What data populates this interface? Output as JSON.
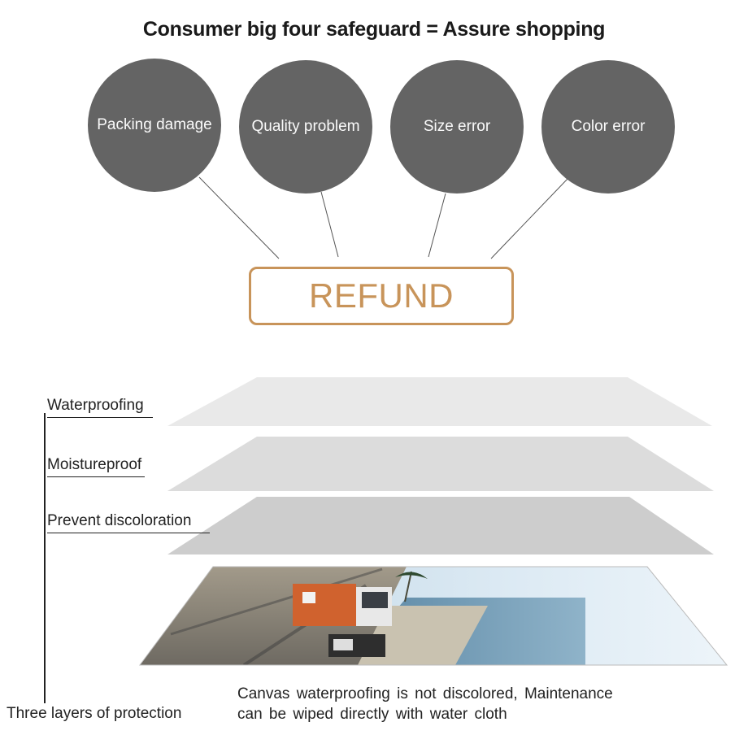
{
  "title": "Consumer big four safeguard = Assure shopping",
  "safeguards": [
    {
      "label": "Packing  damage"
    },
    {
      "label": "Quality  problem"
    },
    {
      "label": "Size  error"
    },
    {
      "label": "Color  error"
    }
  ],
  "refund_label": "REFUND",
  "layers": [
    {
      "label": "Waterproofing"
    },
    {
      "label": "Moistureproof"
    },
    {
      "label": "Prevent  discoloration"
    }
  ],
  "protection_label": "Three layers of protection",
  "caption": {
    "line1": "Canvas  waterproofing  is  not  discolored,  Maintenance",
    "line2": "can  be  wiped  directly  with  water  cloth"
  },
  "colors": {
    "circle": "#646464",
    "refund_accent": "#c8945a",
    "layer_top": "#e8e8e8",
    "layer_mid": "#dcdcdc",
    "layer_low": "#cdcdcd"
  }
}
